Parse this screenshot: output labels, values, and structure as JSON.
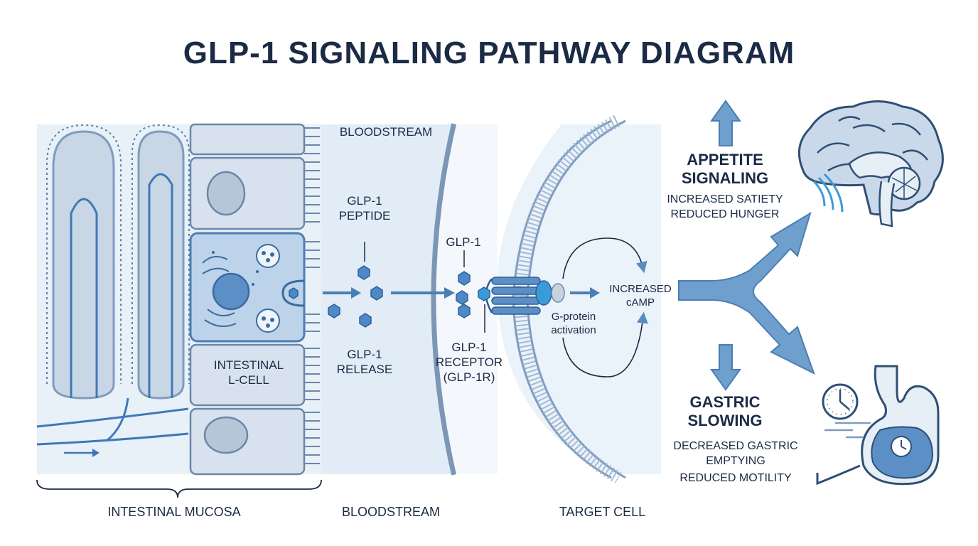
{
  "title": "GLP-1 SIGNALING PATHWAY DIAGRAM",
  "labels": {
    "bloodstream_top": "BLOODSTREAM",
    "glp1_peptide": "GLP-1\nPEPTIDE",
    "glp1_release": "GLP-1\nRELEASE",
    "intestinal_lcell": "INTESTINAL\nL-CELL",
    "glp1": "GLP-1",
    "glp1_receptor": "GLP-1\nRECEPTOR\n(GLP-1R)",
    "gprotein": "G-protein\nactivation",
    "camp": "INCREASED\ncAMP"
  },
  "outcomes": {
    "appetite": {
      "heading": "APPETITE\nSIGNALING",
      "line1": "INCREASED SATIETY",
      "line2": "REDUCED HUNGER"
    },
    "gastric": {
      "heading": "GASTRIC\nSLOWING",
      "line1": "DECREASED GASTRIC\nEMPTYING",
      "line2": "REDUCED MOTILITY"
    }
  },
  "footer": {
    "mucosa": "INTESTINAL MUCOSA",
    "bloodstream": "BLOODSTREAM",
    "target": "TARGET CELL"
  },
  "colors": {
    "navy": "#1b2b45",
    "blue": "#4a7eb5",
    "mid_blue": "#6f9fcd",
    "light_fill": "#dde7f2",
    "pale_fill": "#e8f1fa",
    "accent": "#3b9ad9"
  }
}
